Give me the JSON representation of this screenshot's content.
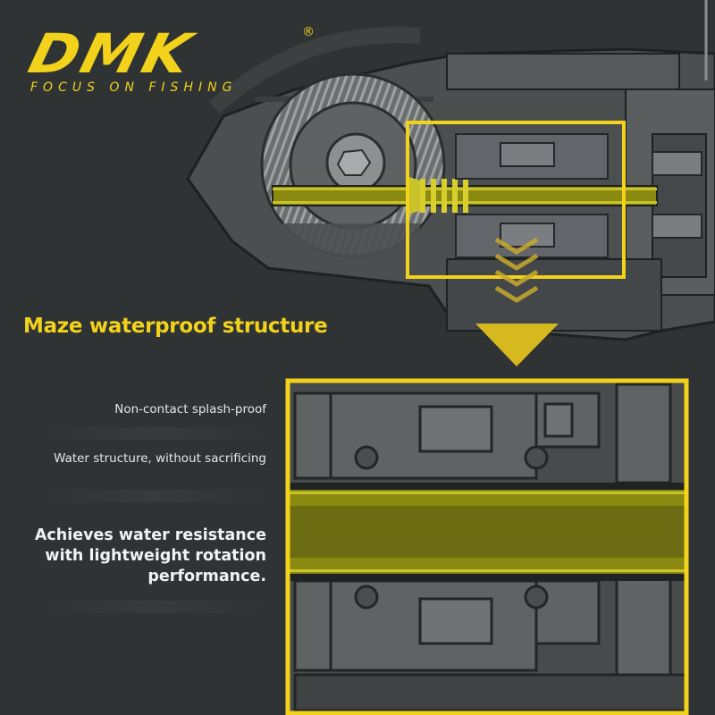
{
  "brand": {
    "logo_text": "DMK",
    "registered_mark": "®",
    "tagline": "FOCUS ON FISHING"
  },
  "headline": "Maze waterproof structure",
  "features": [
    "Non-contact splash-proof",
    "Water structure, without sacrificing"
  ],
  "summary": "Achieves water resistance\nwith lightweight rotation\nperformance.",
  "colors": {
    "accent": "#f2d21b",
    "shaft": "#8a8a10",
    "background": "#2f3333",
    "housing": "#5c6061"
  },
  "icons": [
    "arrow-down-icon",
    "chevron-down-icon"
  ]
}
